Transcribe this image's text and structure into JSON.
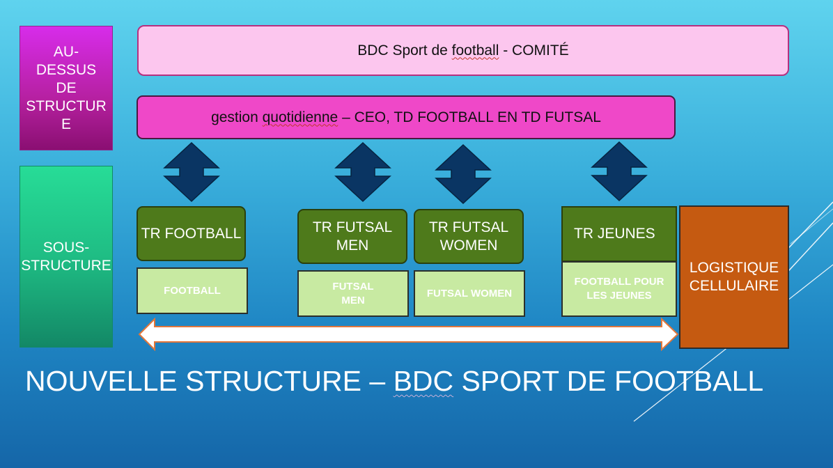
{
  "side": {
    "top_label": "AU-DESSUS DE STRUCTUR E",
    "bottom_label": "SOUS-STRUCTURE"
  },
  "top_bar": {
    "prefix": "BDC Sport de ",
    "underlined": "football",
    "suffix": " - COMITÉ"
  },
  "mid_bar": {
    "prefix": "gestion ",
    "underlined": "quotidienne",
    "suffix": " – CEO, TD FOOTBALL EN TD FUTSAL"
  },
  "units": [
    {
      "tr": "TR FOOTBALL",
      "label": "FOOTBALL"
    },
    {
      "tr": "TR FUTSAL MEN",
      "label": "FUTSAL MEN"
    },
    {
      "tr": "TR FUTSAL WOMEN",
      "label": "FUTSAL WOMEN"
    },
    {
      "tr": "TR JEUNES",
      "label": "FOOTBALL POUR LES JEUNES"
    }
  ],
  "logistics": "LOGISTIQUE CELLULAIRE",
  "title": {
    "prefix": "NOUVELLE STRUCTURE – ",
    "underlined": "BDC",
    "suffix": " SPORT DE FOOTBALL"
  },
  "colors": {
    "background": "#39aedb",
    "comite_fill": "#fcc6ee",
    "management_fill": "#ef48c8",
    "tr_fill": "#4e7a1b",
    "label_fill": "#c8eaa2",
    "logistics_fill": "#c55a11",
    "arrow_fill": "#0a3563"
  },
  "icons": [
    "up-down-arrow-icon",
    "left-right-arrow-icon"
  ]
}
